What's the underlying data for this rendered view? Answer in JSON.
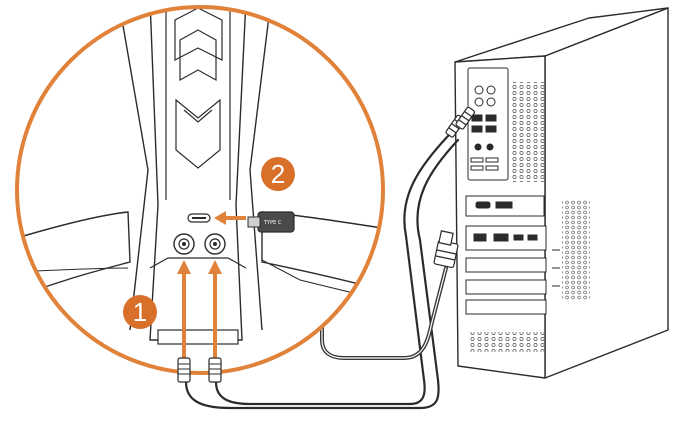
{
  "diagram": {
    "steps": [
      {
        "number": "1"
      },
      {
        "number": "2"
      }
    ],
    "plug_label": "TYPE C",
    "colors": {
      "accent": "#e0823a",
      "callout_fill": "#d9702a",
      "line": "#2b2b2b",
      "cable": "#3a3a3a",
      "background": "#ffffff"
    }
  }
}
